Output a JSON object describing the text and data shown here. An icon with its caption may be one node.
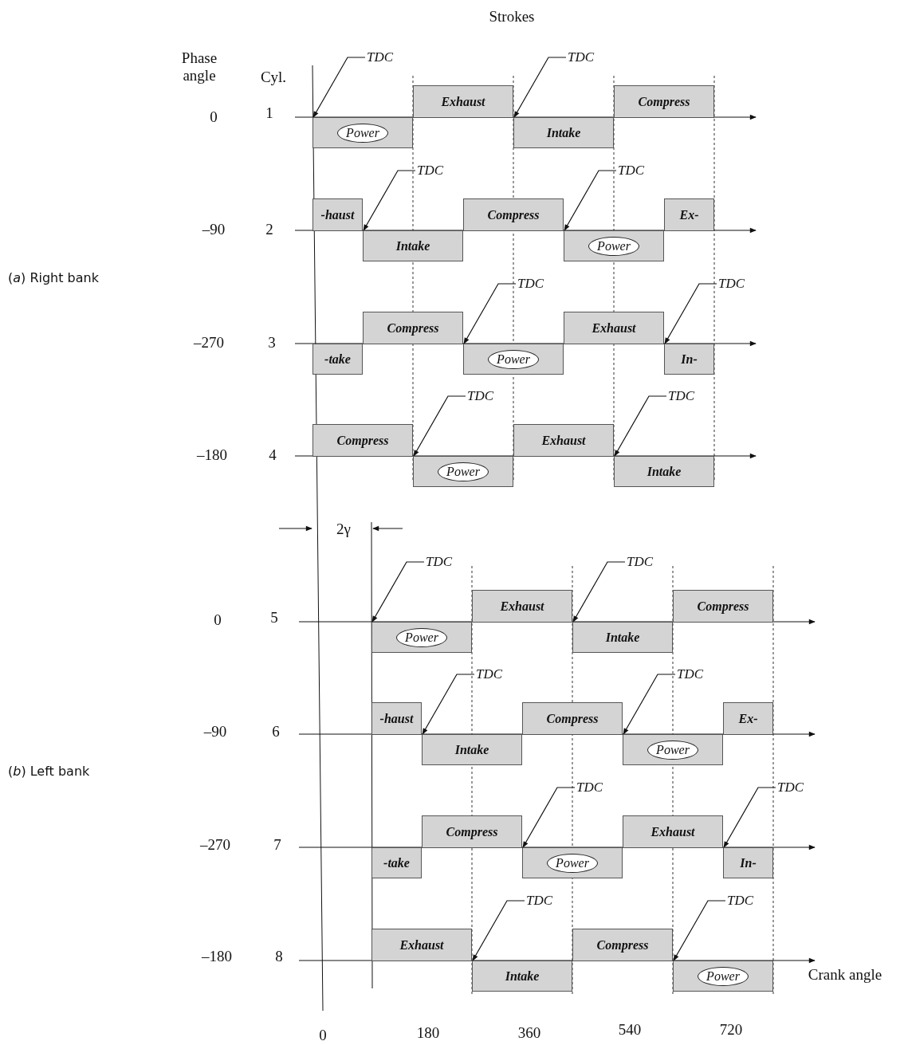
{
  "diagram": {
    "nodes": [
      {
        "text": [
          "TDC"
        ]
      },
      {
        "text": [
          "TDC"
        ]
      },
      {
        "text": [
          "Power"
        ]
      },
      {
        "text": [
          "Exhaust"
        ]
      },
      {
        "text": [
          "Intake"
        ]
      },
      {
        "text": [
          "Compress"
        ]
      },
      {
        "text": [
          "TDC"
        ]
      },
      {
        "text": [
          "TDC"
        ]
      },
      {
        "text": [
          "-haust"
        ]
      },
      {
        "text": [
          "Intake"
        ]
      },
      {
        "text": [
          "Compress"
        ]
      },
      {
        "text": [
          "Power"
        ]
      },
      {
        "text": [
          "Ex-"
        ]
      },
      {
        "text": [
          "TDC"
        ]
      },
      {
        "text": [
          "TDC"
        ]
      },
      {
        "text": [
          "-take"
        ]
      },
      {
        "text": [
          "Compress"
        ]
      },
      {
        "text": [
          "Power"
        ]
      },
      {
        "text": [
          "Exhaust"
        ]
      },
      {
        "text": [
          "In-"
        ]
      },
      {
        "text": [
          "TDC"
        ]
      },
      {
        "text": [
          "TDC"
        ]
      },
      {
        "text": [
          "Compress"
        ]
      },
      {
        "text": [
          "Power"
        ]
      },
      {
        "text": [
          "Exhaust"
        ]
      },
      {
        "text": [
          "Intake"
        ]
      },
      {
        "text": [
          "TDC"
        ]
      },
      {
        "text": [
          "TDC"
        ]
      },
      {
        "text": [
          "Power"
        ]
      },
      {
        "text": [
          "Exhaust"
        ]
      },
      {
        "text": [
          "Intake"
        ]
      },
      {
        "text": [
          "Compress"
        ]
      },
      {
        "text": [
          "TDC"
        ]
      },
      {
        "text": [
          "TDC"
        ]
      },
      {
        "text": [
          "-haust"
        ]
      },
      {
        "text": [
          "Intake"
        ]
      },
      {
        "text": [
          "Compress"
        ]
      },
      {
        "text": [
          "Power"
        ]
      },
      {
        "text": [
          "Ex-"
        ]
      },
      {
        "text": [
          "TDC"
        ]
      },
      {
        "text": [
          "TDC"
        ]
      },
      {
        "text": [
          "-take"
        ]
      },
      {
        "text": [
          "Compress"
        ]
      },
      {
        "text": [
          "Power"
        ]
      },
      {
        "text": [
          "Exhaust"
        ]
      },
      {
        "text": [
          "In-"
        ]
      },
      {
        "text": [
          "TDC"
        ]
      },
      {
        "text": [
          "TDC"
        ]
      },
      {
        "text": [
          "Exhaust"
        ]
      },
      {
        "text": [
          "Intake"
        ]
      },
      {
        "text": [
          "Compress"
        ]
      },
      {
        "text": [
          "Power"
        ]
      }
    ],
    "edges": [
      {
        "from": 0,
        "to": 2,
        "arrow": "to"
      },
      {
        "from": 1,
        "to": 4,
        "arrow": "to"
      },
      {
        "from": 6,
        "to": 9,
        "arrow": "to"
      },
      {
        "from": 7,
        "to": 11,
        "arrow": "to"
      },
      {
        "from": 13,
        "to": 17,
        "arrow": "to"
      },
      {
        "from": 14,
        "to": 19,
        "arrow": "to"
      },
      {
        "from": 20,
        "to": 23,
        "arrow": "to"
      },
      {
        "from": 21,
        "to": 25,
        "arrow": "to"
      },
      {
        "from": 26,
        "to": 28,
        "arrow": "to"
      },
      {
        "from": 27,
        "to": 30,
        "arrow": "to"
      },
      {
        "from": 32,
        "to": 35,
        "arrow": "to"
      },
      {
        "from": 33,
        "to": 37,
        "arrow": "to"
      },
      {
        "from": 39,
        "to": 43,
        "arrow": "to"
      },
      {
        "from": 40,
        "to": 45,
        "arrow": "to"
      },
      {
        "from": 46,
        "to": 49,
        "arrow": "to"
      },
      {
        "from": 47,
        "to": 51,
        "arrow": "to"
      }
    ],
    "labels": [
      "Strokes",
      "Phase angle",
      "Cyl.",
      "0",
      "1",
      "–90",
      "2",
      "(*a*) Right bank",
      "–270",
      "3",
      "–180",
      "4",
      "2γ",
      "0",
      "5",
      "–90",
      "6",
      "(*b*) Left bank",
      "–270",
      "7",
      "–180",
      "8",
      "Crank angle",
      "0",
      "180",
      "360",
      "540",
      "720"
    ]
  }
}
